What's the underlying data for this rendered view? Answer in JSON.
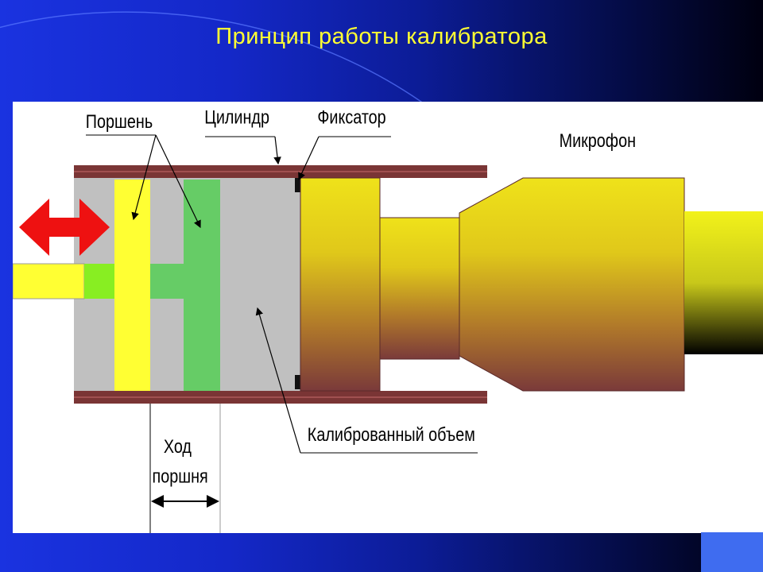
{
  "slide": {
    "title": "Принцип работы калибратора"
  },
  "diagram": {
    "labels": {
      "piston": "Поршень",
      "cylinder": "Цилиндр",
      "fixator": "Фиксатор",
      "microphone": "Микрофон",
      "calibrated_volume": "Калиброванный объем",
      "stroke_line1": "Ход",
      "stroke_line2": "поршня"
    }
  },
  "colors": {
    "background_blue": "#1a33e0",
    "title_yellow": "#ffff33",
    "cylinder_wall": "#7a3535",
    "cylinder_gray": "#c0c0c0",
    "piston_yellow": "#ffff33",
    "piston_green": "#66cc66",
    "arrow_red": "#ee1111",
    "microphone_gold": "#e6d21a"
  }
}
